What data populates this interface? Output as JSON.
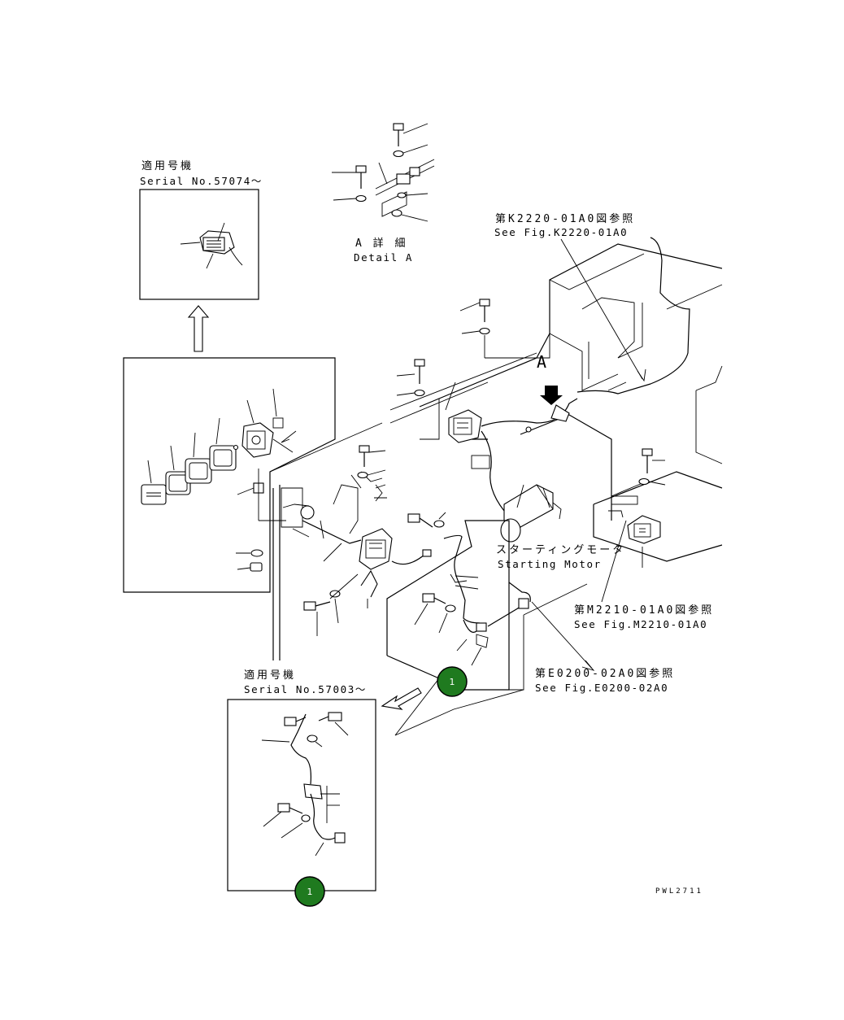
{
  "labels": {
    "serial_top_jp": "適用号機",
    "serial_top_en": "Serial No.57074～",
    "detail_a_jp": "A 詳 細",
    "detail_a_en": "Detail A",
    "ref_k2220_jp": "第K2220-01A0図参照",
    "ref_k2220_en": "See Fig.K2220-01A0",
    "marker_a": "A",
    "starting_motor_jp": "スターティングモータ",
    "starting_motor_en": "Starting Motor",
    "ref_m2210_jp": "第M2210-01A0図参照",
    "ref_m2210_en": "See Fig.M2210-01A0",
    "ref_e0200_jp": "第E0200-02A0図参照",
    "ref_e0200_en": "See Fig.E0200-02A0",
    "serial_bottom_jp": "適用号機",
    "serial_bottom_en": "Serial No.57003～",
    "drawing_code": "PWL2711"
  },
  "callouts": [
    {
      "number": "1",
      "color": "#1f7a1f"
    },
    {
      "number": "1",
      "color": "#1f7a1f"
    }
  ]
}
